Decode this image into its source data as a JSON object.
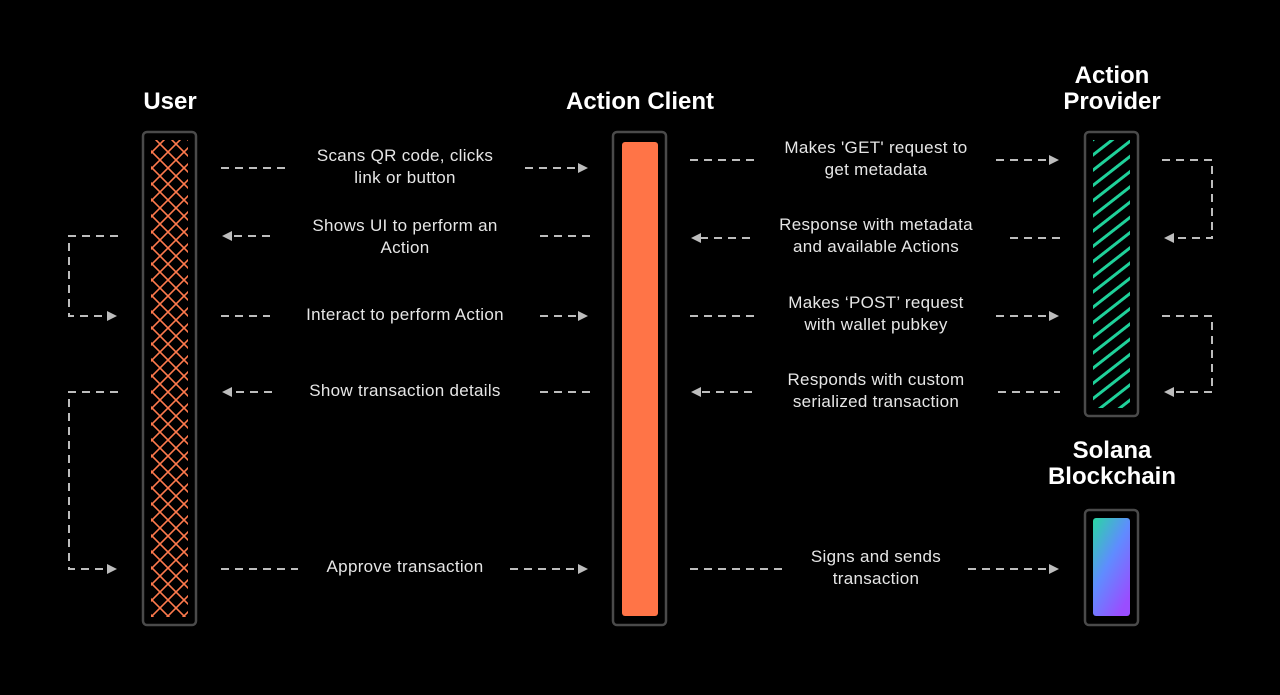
{
  "actors": {
    "user": {
      "title": "User"
    },
    "client": {
      "title": "Action Client"
    },
    "provider": {
      "title": "Action\nProvider",
      "title_lines": [
        "Action",
        "Provider"
      ]
    },
    "chain": {
      "title_lines": [
        "Solana",
        "Blockchain"
      ]
    }
  },
  "messages": {
    "m1": {
      "lines": [
        "Scans QR code, clicks",
        "link or button"
      ]
    },
    "m2": {
      "lines": [
        "Shows UI to perform an",
        "Action"
      ]
    },
    "m3": {
      "lines": [
        "Interact to perform Action"
      ]
    },
    "m4": {
      "lines": [
        "Show transaction details"
      ]
    },
    "m5": {
      "lines": [
        "Approve transaction"
      ]
    },
    "p1": {
      "lines": [
        "Makes 'GET' request to",
        "get metadata"
      ]
    },
    "p2": {
      "lines": [
        "Response with metadata",
        "and available Actions"
      ]
    },
    "p3": {
      "lines": [
        "Makes ‘POST’ request",
        "with wallet pubkey"
      ]
    },
    "p4": {
      "lines": [
        "Responds with custom",
        "serialized transaction"
      ]
    },
    "p5": {
      "lines": [
        "Signs and sends",
        "transaction"
      ]
    }
  },
  "colors": {
    "background": "#000000",
    "user_pattern": "#ff7a4d",
    "client_fill": "#ff7447",
    "provider_stripes": "#1fd19a",
    "chain_gradient": [
      "#29d7a3",
      "#5f8cff",
      "#9a4dff"
    ],
    "arrow": "#bdbdbd",
    "frame": "#4a4a4a"
  }
}
